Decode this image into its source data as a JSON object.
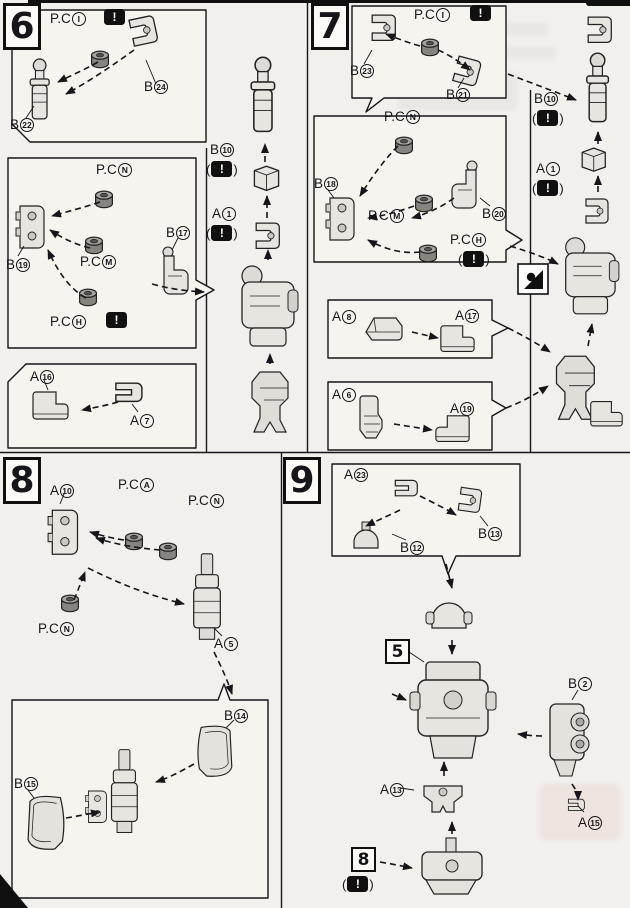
{
  "palette": {
    "paper": "#f1f0ec",
    "panel": "#f5f4ef",
    "ink": "#15151a",
    "part_fill": "#e6e5df",
    "pc_fill": "#85847f"
  },
  "glyphs": {
    "warning": "!",
    "paren_open": "(",
    "paren_close": ")"
  },
  "steps": {
    "s6": "6",
    "s7": "7",
    "s8": "8",
    "s9": "9",
    "ref5": "5",
    "ref8": "8"
  },
  "labels": {
    "s6_pci": {
      "p": "P.C",
      "c": "I"
    },
    "s6_b24": {
      "p": "B",
      "c": "24"
    },
    "s6_b22": {
      "p": "B",
      "c": "22"
    },
    "s6_pcn": {
      "p": "P.C",
      "c": "N"
    },
    "s6_b19": {
      "p": "B",
      "c": "19"
    },
    "s6_pcm": {
      "p": "P.C",
      "c": "M"
    },
    "s6_b17": {
      "p": "B",
      "c": "17"
    },
    "s6_pch": {
      "p": "P.C",
      "c": "H"
    },
    "s6_a16": {
      "p": "A",
      "c": "16"
    },
    "s6_a7": {
      "p": "A",
      "c": "7"
    },
    "mid_b10": {
      "p": "B",
      "c": "10"
    },
    "mid_a1": {
      "p": "A",
      "c": "1"
    },
    "s7_pci": {
      "p": "P.C",
      "c": "I"
    },
    "s7_b23": {
      "p": "B",
      "c": "23"
    },
    "s7_b21": {
      "p": "B",
      "c": "21"
    },
    "s7_b10": {
      "p": "B",
      "c": "10"
    },
    "s7_pcn": {
      "p": "P.C",
      "c": "N"
    },
    "s7_b18": {
      "p": "B",
      "c": "18"
    },
    "s7_pcm": {
      "p": "P.C",
      "c": "M"
    },
    "s7_b20": {
      "p": "B",
      "c": "20"
    },
    "s7_a1": {
      "p": "A",
      "c": "1"
    },
    "s7_pch": {
      "p": "P.C",
      "c": "H"
    },
    "s7_a8": {
      "p": "A",
      "c": "8"
    },
    "s7_a17": {
      "p": "A",
      "c": "17"
    },
    "s7_a6": {
      "p": "A",
      "c": "6"
    },
    "s7_a19": {
      "p": "A",
      "c": "19"
    },
    "s8_a10": {
      "p": "A",
      "c": "10"
    },
    "s8_pca": {
      "p": "P.C",
      "c": "A"
    },
    "s8_pcn1": {
      "p": "P.C",
      "c": "N"
    },
    "s8_pcn2": {
      "p": "P.C",
      "c": "N"
    },
    "s8_a5": {
      "p": "A",
      "c": "5"
    },
    "s8_b14": {
      "p": "B",
      "c": "14"
    },
    "s8_b15": {
      "p": "B",
      "c": "15"
    },
    "s9_a23": {
      "p": "A",
      "c": "23"
    },
    "s9_b13": {
      "p": "B",
      "c": "13"
    },
    "s9_b12": {
      "p": "B",
      "c": "12"
    },
    "s9_b2": {
      "p": "B",
      "c": "2"
    },
    "s9_a13": {
      "p": "A",
      "c": "13"
    },
    "s9_a15": {
      "p": "A",
      "c": "15"
    }
  }
}
